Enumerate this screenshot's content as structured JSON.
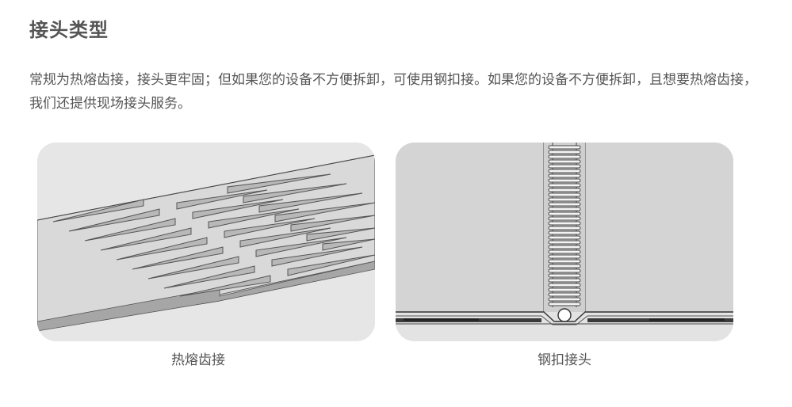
{
  "section": {
    "title": "接头类型",
    "description": "常规为热熔齿接，接头更牢固；但如果您的设备不方便拆卸，可使用钢扣接。如果您的设备不方便拆卸，且想要热熔齿接，我们还提供现场接头服务。"
  },
  "joints": [
    {
      "caption": "热熔齿接",
      "image_icon": "hot-melt-finger-joint-illustration"
    },
    {
      "caption": "钢扣接头",
      "image_icon": "steel-clip-joint-illustration"
    }
  ],
  "colors": {
    "text": "#555555",
    "card_background": "#e6e6e6"
  }
}
